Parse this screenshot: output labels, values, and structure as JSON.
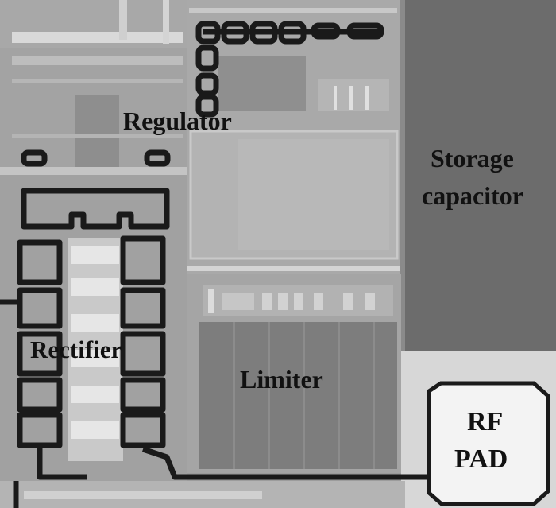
{
  "image": {
    "alt": "",
    "labels": {
      "regulator": "Regulator",
      "storage": "Storage",
      "capacitor": "capacitor",
      "rectifier": "Rectifier",
      "limiter": "Limiter",
      "rf": "RF",
      "pad": "PAD"
    },
    "colors": {
      "background": "#9a9a9a",
      "storage_capacitor": "#6c6c6c",
      "limiter_array": "#7e7e7e",
      "regulator_block": "#b0b0b0",
      "pad_fill": "#f2f2f2",
      "metal_trace": "#1a1a1a",
      "highlight": "#d8d8d8"
    }
  }
}
